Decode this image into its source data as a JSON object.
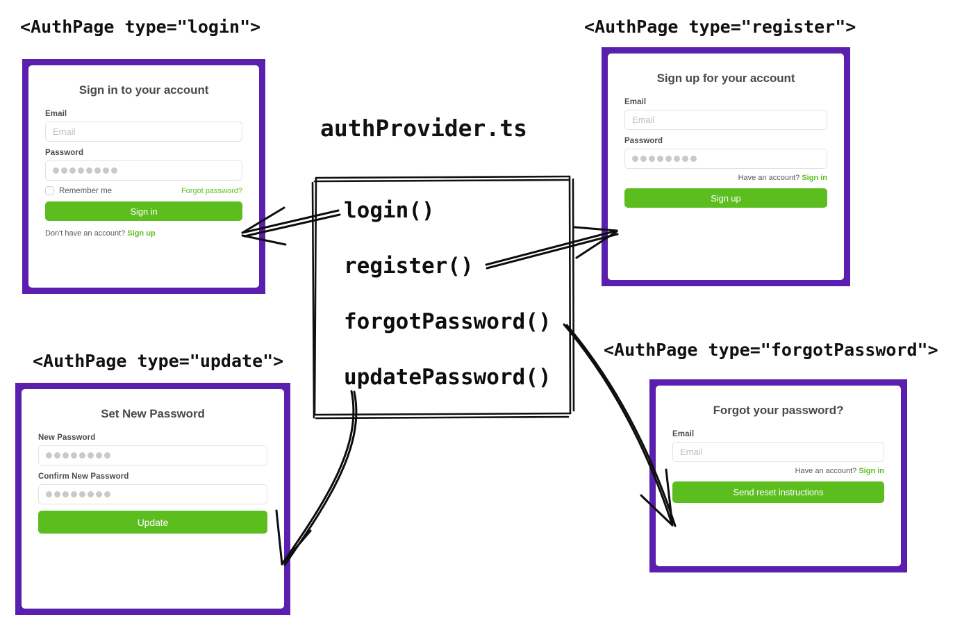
{
  "diagram": {
    "file_title": "authProvider.ts",
    "provider_methods": [
      {
        "name": "login()"
      },
      {
        "name": "register()"
      },
      {
        "name": "forgotPassword()"
      },
      {
        "name": "updatePassword()"
      }
    ],
    "component_labels": {
      "login": "<AuthPage type=\"login\">",
      "register": "<AuthPage type=\"register\">",
      "update": "<AuthPage type=\"update\">",
      "forgot_password": "<AuthPage type=\"forgotPassword\">"
    },
    "colors": {
      "frame_purple": "#5a1fae",
      "button_green": "#5cbe1e",
      "ink_black": "#111111",
      "label_gray": "#4b4b4b",
      "placeholder_gray": "#bdbdbd"
    }
  },
  "login_card": {
    "title": "Sign in to your account",
    "email_label": "Email",
    "email_placeholder": "Email",
    "password_label": "Password",
    "password_dots": 8,
    "remember_label": "Remember me",
    "forgot_link": "Forgot password?",
    "submit_label": "Sign in",
    "footer_text": "Don't have an account?",
    "footer_link": "Sign up"
  },
  "register_card": {
    "title": "Sign up for your account",
    "email_label": "Email",
    "email_placeholder": "Email",
    "password_label": "Password",
    "password_dots": 8,
    "footer_text": "Have an account?",
    "footer_link": "Sign in",
    "submit_label": "Sign up"
  },
  "update_card": {
    "title": "Set New Password",
    "new_password_label": "New Password",
    "new_password_dots": 8,
    "confirm_password_label": "Confirm New Password",
    "confirm_password_dots": 8,
    "submit_label": "Update"
  },
  "forgot_card": {
    "title": "Forgot your password?",
    "email_label": "Email",
    "email_placeholder": "Email",
    "footer_text": "Have an account?",
    "footer_link": "Sign in",
    "submit_label": "Send reset instructions"
  }
}
